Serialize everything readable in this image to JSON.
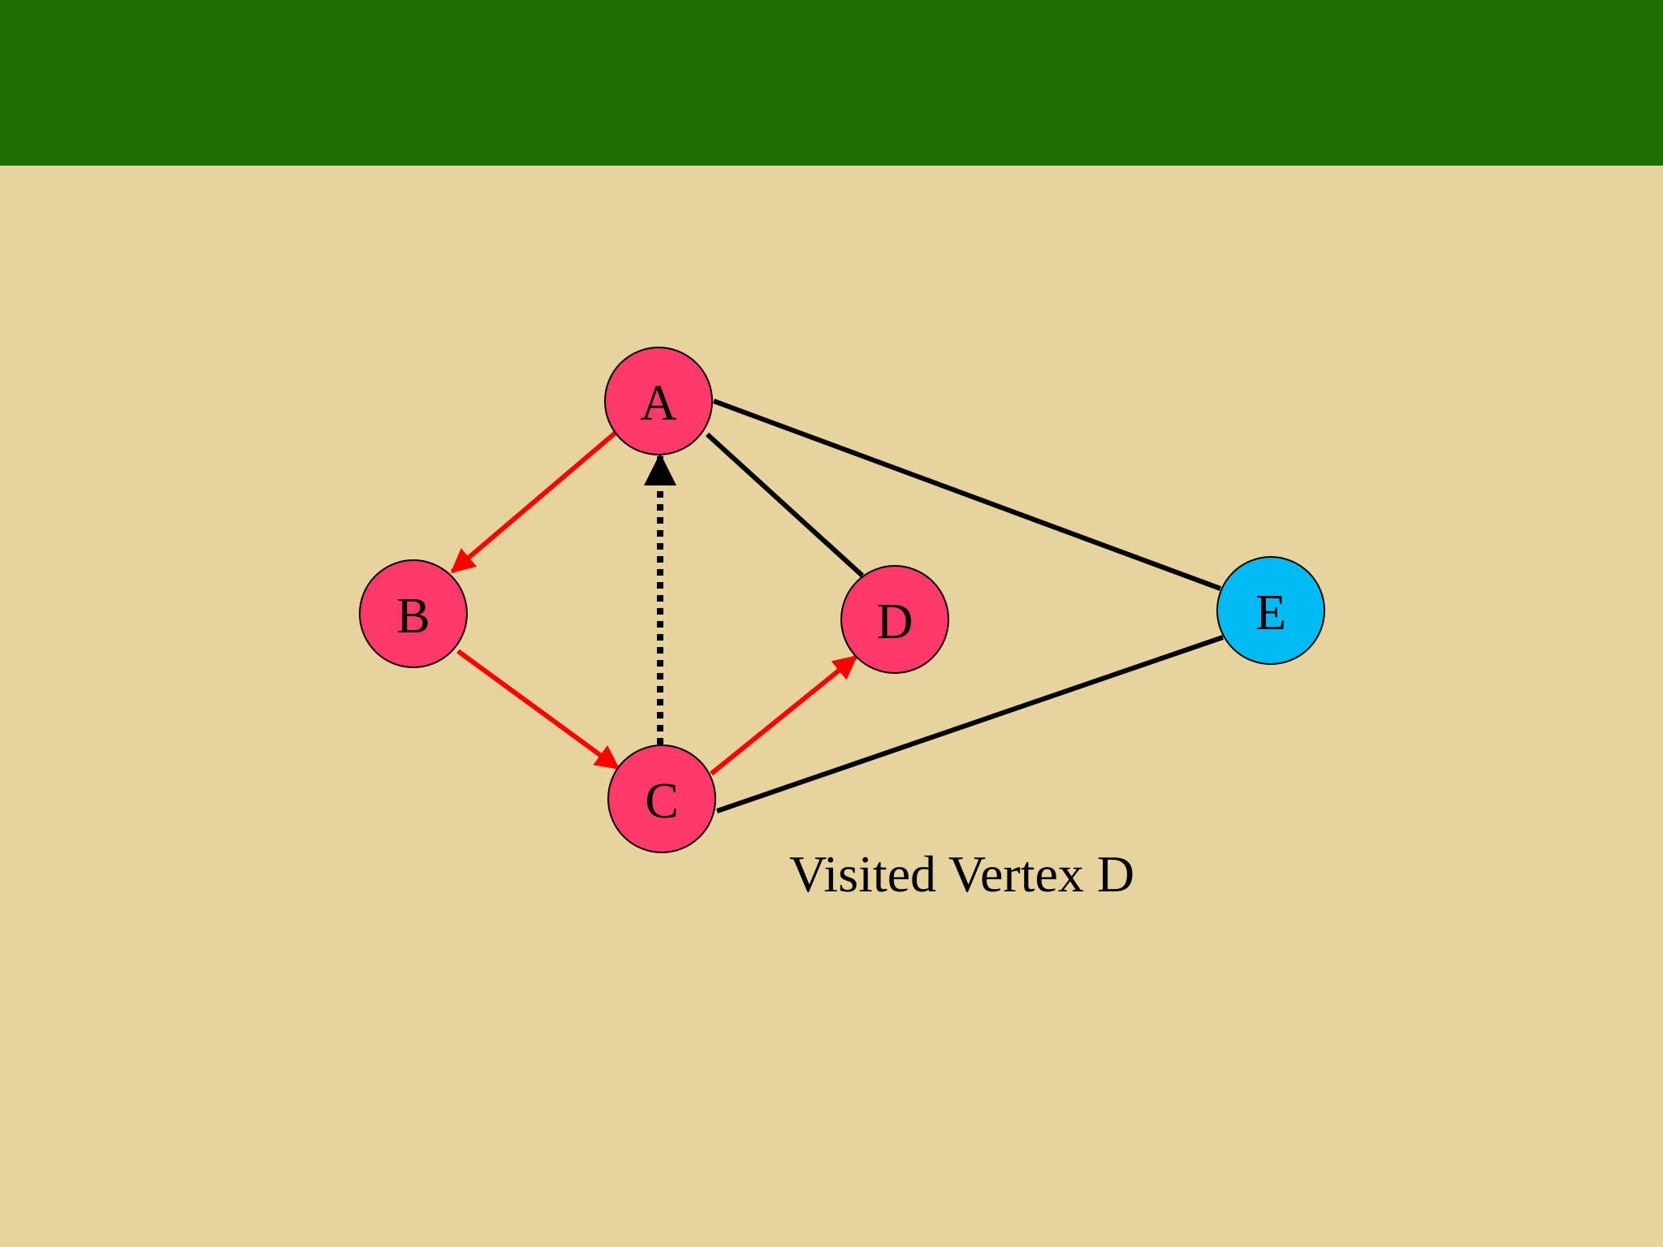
{
  "slide": {
    "title": "",
    "caption": "Visited Vertex D"
  },
  "colors": {
    "title_bar": "#1e6e02",
    "background": "#e6d39e",
    "visited_node": "#ff3a6a",
    "unvisited_node": "#00baf2",
    "tree_edge": "#ff0000",
    "plain_edge": "#000000",
    "back_edge": "#000000"
  },
  "graph": {
    "nodes": [
      {
        "id": "A",
        "label": "A",
        "state": "visited"
      },
      {
        "id": "B",
        "label": "B",
        "state": "visited"
      },
      {
        "id": "C",
        "label": "C",
        "state": "visited"
      },
      {
        "id": "D",
        "label": "D",
        "state": "visited"
      },
      {
        "id": "E",
        "label": "E",
        "state": "unvisited"
      }
    ],
    "edges": [
      {
        "from": "A",
        "to": "B",
        "kind": "tree",
        "directed": true
      },
      {
        "from": "B",
        "to": "C",
        "kind": "tree",
        "directed": true
      },
      {
        "from": "C",
        "to": "D",
        "kind": "tree",
        "directed": true
      },
      {
        "from": "C",
        "to": "A",
        "kind": "back",
        "directed": true,
        "style": "dotted"
      },
      {
        "from": "A",
        "to": "D",
        "kind": "plain",
        "directed": false
      },
      {
        "from": "A",
        "to": "E",
        "kind": "plain",
        "directed": false
      },
      {
        "from": "C",
        "to": "E",
        "kind": "plain",
        "directed": false
      }
    ]
  }
}
